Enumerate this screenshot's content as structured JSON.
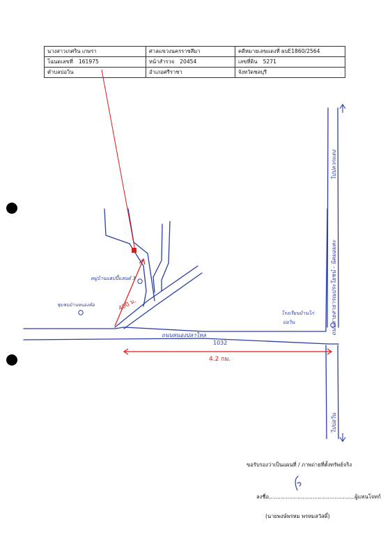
{
  "header_table": {
    "rows": [
      [
        "นางสาวเกศริน เกษรา",
        "ศาลแขวงนครราชสีมา",
        "คดีหมายเลขแดงที่ ผบE1860/2564"
      ],
      [
        {
          "label": "โฉนดเลขที่",
          "value": "161975"
        },
        {
          "label": "หน้าสำรวจ",
          "value": "20454"
        },
        {
          "label": "เลขที่ดิน",
          "value": "5271"
        }
      ],
      [
        "ตำบลบ่อวิน",
        "อำเภอศรีราชา",
        "จังหวัดชลบุรี"
      ]
    ]
  },
  "map": {
    "labels": {
      "village": "หมู่บ้านแฮปปี้แลนด์ 3",
      "community": "ชุมชนบ้านหนองค้อ",
      "station": "โรงเรียนบ้านไก่",
      "station_sub": "บ่อวิน",
      "main_road": "ถนนหนองปลาไหล",
      "road_no": "1032",
      "distance_short": "400 ม.",
      "distance_long": "4.2 กม.",
      "highway": "ถนนสายสาธารณประโยชน์ - นิคมอมตะ",
      "to_north": "ไปปลวกแดง",
      "to_south": "ไปบ่อวิน"
    },
    "colors": {
      "ink": "#2a3ea8",
      "marker": "#e01818",
      "pointer": "#e01818"
    }
  },
  "certification": {
    "statement": "ขอรับรองว่าเป็นแผนที่ / ภาพถ่ายที่ตั้งทรัพย์จริง",
    "sign_prefix": "ลงชื่อ",
    "sign_dots": "...................................................",
    "sign_suffix": "ผู้แทนโจทก์",
    "signer_name": "(นายพงษ์พรหม พรหมสวัสดิ์)"
  }
}
